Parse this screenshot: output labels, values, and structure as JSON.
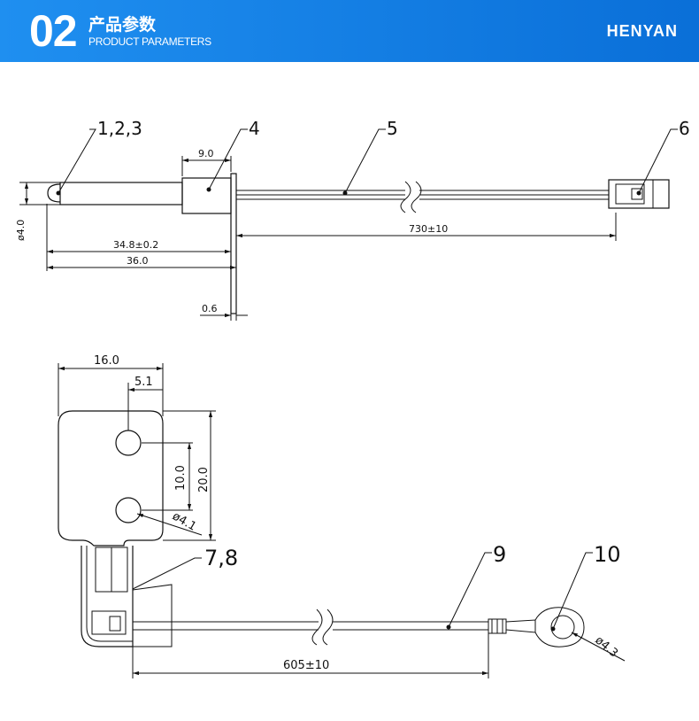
{
  "header": {
    "number": "02",
    "title_cn": "产品参数",
    "title_en": "PRODUCT PARAMETERS",
    "brand": "HENYAN",
    "color": "#1a86ea"
  },
  "top_drawing": {
    "callouts": [
      "1,2,3",
      "4",
      "5",
      "6"
    ],
    "dims": {
      "d1": "9.0",
      "d2": "ø4.0",
      "d3": "34.8±0.2",
      "d4": "36.0",
      "d5": "730±10",
      "d6": "0.6"
    }
  },
  "bottom_drawing": {
    "callouts": [
      "7,8",
      "9",
      "10"
    ],
    "dims": {
      "d1": "16.0",
      "d2": "5.1",
      "d3": "10.0",
      "d4": "20.0",
      "d5": "ø4.1",
      "d6": "605±10",
      "d7": "ø4.3"
    }
  }
}
